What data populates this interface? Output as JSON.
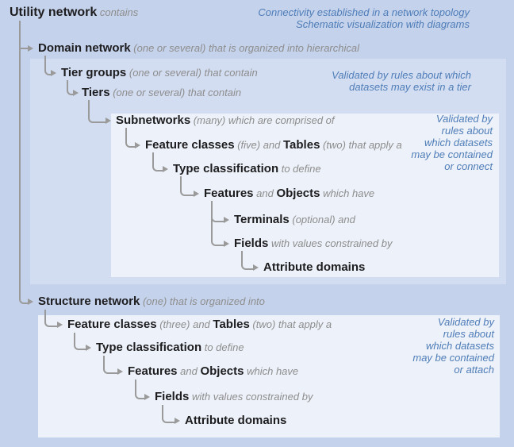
{
  "title": "Utility network hierarchy diagram",
  "colors": {
    "background": "#c5d2eb",
    "tier_box": "#d3ddf1",
    "inner_box": "#edf1f9",
    "connector_gray": "#9a9a9a",
    "label_black": "#1d1d1f",
    "italic_gray": "#8d8d8d",
    "annotation_blue": "#4e7db8"
  },
  "annotations": {
    "topology": "Connectivity established in a network topology\nSchematic visualization with diagrams",
    "tier_rules": "Validated by rules about which\ndatasets may exist in a tier",
    "contain_connect_rules": "Validated by\nrules about\nwhich datasets\nmay be contained\nor connect",
    "contain_attach_rules": "Validated by\nrules about\nwhich datasets\nmay be contained\nor attach"
  },
  "tree": {
    "rows": [
      {
        "label": "Utility network",
        "suffix": " contains"
      },
      {
        "label": "Domain network",
        "suffix": " (one or several) that is organized into hierarchical"
      },
      {
        "label": "Tier groups",
        "suffix": " (one or several) that contain"
      },
      {
        "label": "Tiers",
        "suffix": " (one or several) that contain"
      },
      {
        "label": "Subnetworks",
        "suffix": " (many) which are comprised of"
      },
      {
        "label": "Feature classes",
        "mid": " (five) and ",
        "label2": "Tables",
        "suffix": " (two) that apply a"
      },
      {
        "label": "Type classification",
        "suffix": " to define"
      },
      {
        "label": "Features",
        "mid": " and ",
        "label2": "Objects",
        "suffix": " which have"
      },
      {
        "label": "Terminals",
        "suffix": " (optional) and"
      },
      {
        "label": "Fields",
        "suffix": " with values constrained by"
      },
      {
        "label": "Attribute domains"
      },
      {
        "label": "Structure network",
        "suffix": " (one) that is organized into"
      },
      {
        "label": "Feature classes",
        "mid": " (three) and ",
        "label2": "Tables",
        "suffix": " (two) that apply a"
      },
      {
        "label": "Type classification",
        "suffix": " to define"
      },
      {
        "label": "Features",
        "mid": " and ",
        "label2": "Objects",
        "suffix": " which have"
      },
      {
        "label": "Fields",
        "suffix": " with values constrained by"
      },
      {
        "label": "Attribute domains"
      }
    ]
  }
}
